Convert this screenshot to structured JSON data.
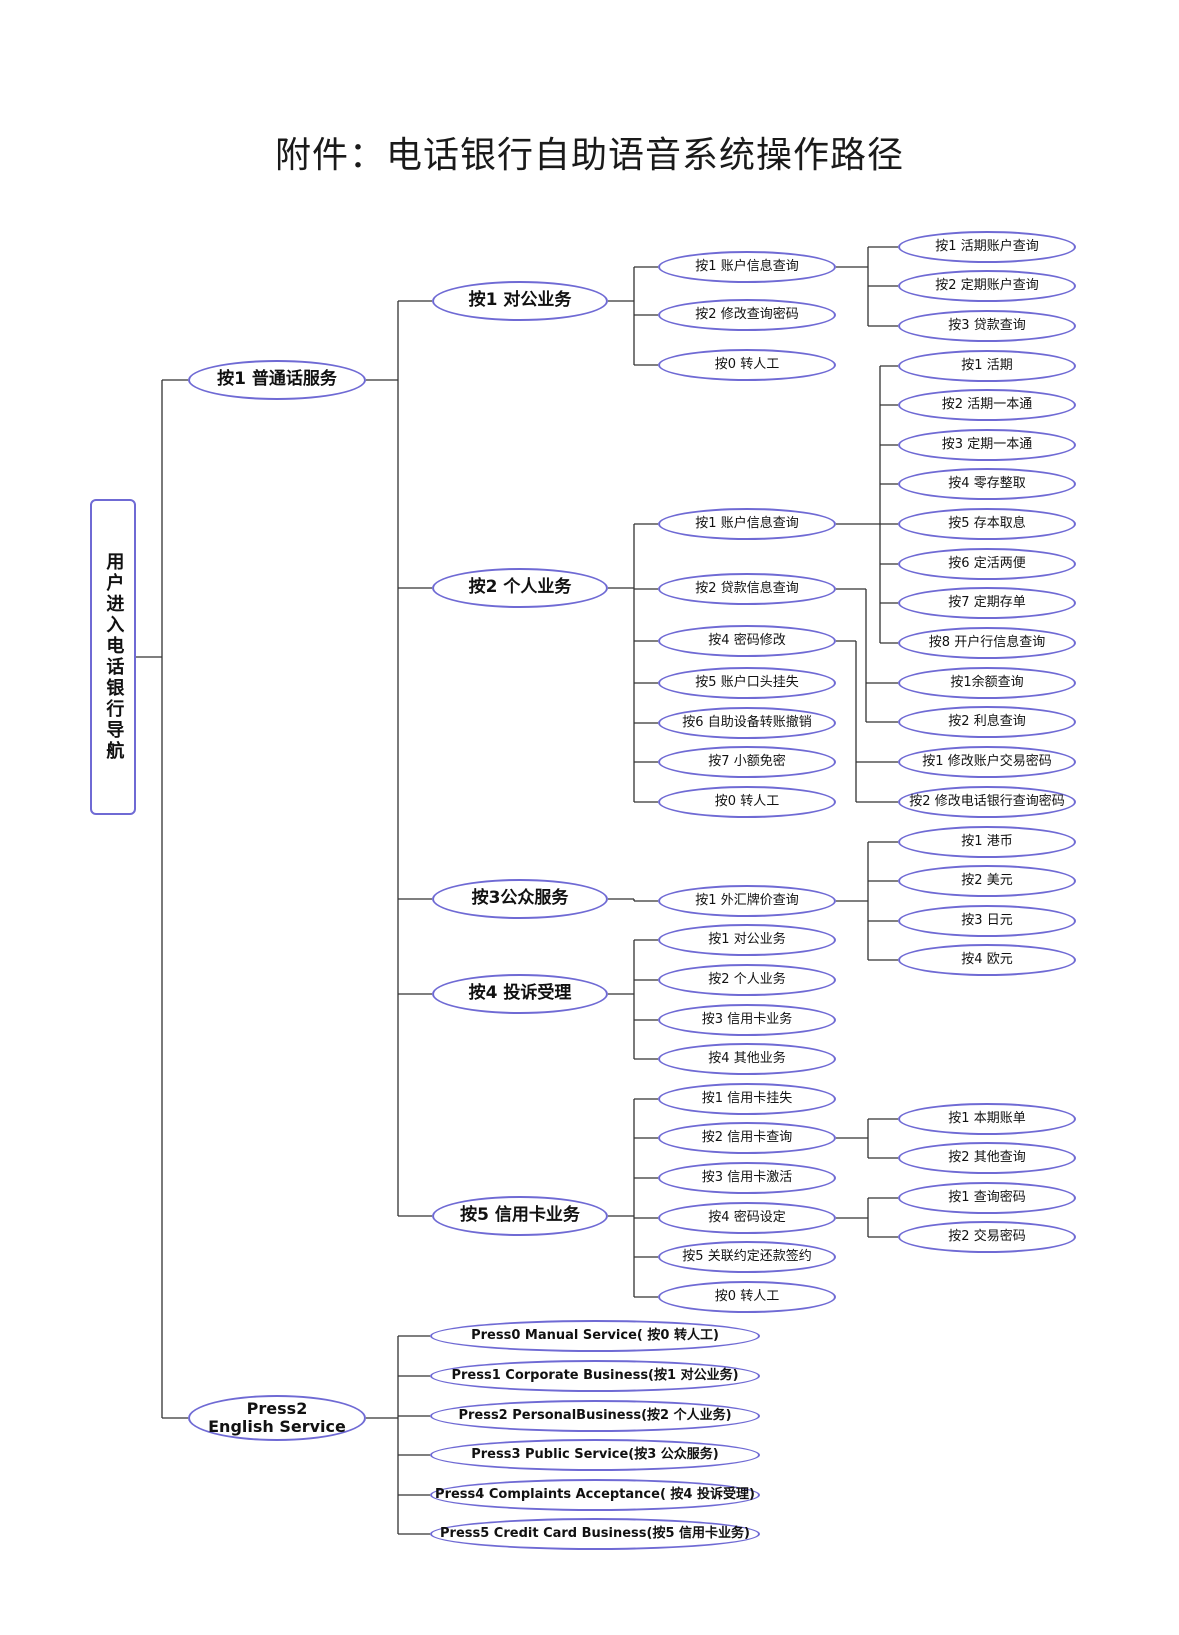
{
  "title": "附件：电话银行自助语音系统操作路径",
  "root": "用户进入电话银行导航",
  "tree": [
    {
      "label": "按1 普通话服务",
      "children": [
        {
          "label": "按1 对公业务",
          "children": [
            {
              "label": "按1 账户信息查询",
              "children": [
                {
                  "label": "按1 活期账户查询"
                },
                {
                  "label": "按2 定期账户查询"
                },
                {
                  "label": "按3 贷款查询"
                }
              ]
            },
            {
              "label": "按2 修改查询密码"
            },
            {
              "label": "按0 转人工"
            }
          ]
        },
        {
          "label": "按2 个人业务",
          "children": [
            {
              "label": "按1 账户信息查询",
              "children": [
                {
                  "label": "按1 活期"
                },
                {
                  "label": "按2 活期一本通"
                },
                {
                  "label": "按3 定期一本通"
                },
                {
                  "label": "按4 零存整取"
                },
                {
                  "label": "按5 存本取息"
                },
                {
                  "label": "按6 定活两便"
                },
                {
                  "label": "按7 定期存单"
                },
                {
                  "label": "按8 开户行信息查询"
                }
              ]
            },
            {
              "label": "按2 贷款信息查询",
              "children": [
                {
                  "label": "按1余额查询"
                },
                {
                  "label": "按2 利息查询"
                }
              ]
            },
            {
              "label": "按4 密码修改",
              "children": [
                {
                  "label": "按1 修改账户交易密码"
                },
                {
                  "label": "按2 修改电话银行查询密码"
                }
              ]
            },
            {
              "label": "按5 账户口头挂失"
            },
            {
              "label": "按6 自助设备转账撤销"
            },
            {
              "label": "按7 小额免密"
            },
            {
              "label": "按0 转人工"
            }
          ]
        },
        {
          "label": "按3公众服务",
          "children": [
            {
              "label": "按1 外汇牌价查询",
              "children": [
                {
                  "label": "按1 港币"
                },
                {
                  "label": "按2 美元"
                },
                {
                  "label": "按3 日元"
                },
                {
                  "label": "按4 欧元"
                }
              ]
            }
          ]
        },
        {
          "label": "按4 投诉受理",
          "children": [
            {
              "label": "按1 对公业务"
            },
            {
              "label": "按2 个人业务"
            },
            {
              "label": "按3 信用卡业务"
            },
            {
              "label": "按4 其他业务"
            }
          ]
        },
        {
          "label": "按5 信用卡业务",
          "children": [
            {
              "label": "按1 信用卡挂失"
            },
            {
              "label": "按2 信用卡查询",
              "children": [
                {
                  "label": "按1 本期账单"
                },
                {
                  "label": "按2 其他查询"
                }
              ]
            },
            {
              "label": "按3 信用卡激活"
            },
            {
              "label": "按4 密码设定",
              "children": [
                {
                  "label": "按1 查询密码"
                },
                {
                  "label": "按2 交易密码"
                }
              ]
            },
            {
              "label": "按5 关联约定还款签约"
            },
            {
              "label": "按0 转人工"
            }
          ]
        }
      ]
    },
    {
      "label": [
        "Press2",
        "English Service"
      ],
      "children": [
        {
          "label": "Press0 Manual Service( 按0 转人工)"
        },
        {
          "label": "Press1 Corporate Business(按1 对公业务)"
        },
        {
          "label": "Press2 PersonalBusiness(按2 个人业务)"
        },
        {
          "label": "Press3 Public Service(按3 公众服务)"
        },
        {
          "label": "Press4 Complaints Acceptance( 按4 投诉受理)"
        },
        {
          "label": "Press5 Credit Card Business(按5 信用卡业务)"
        }
      ]
    }
  ],
  "colors": {
    "node_border": "#6f6ad4",
    "line": "#333333"
  }
}
